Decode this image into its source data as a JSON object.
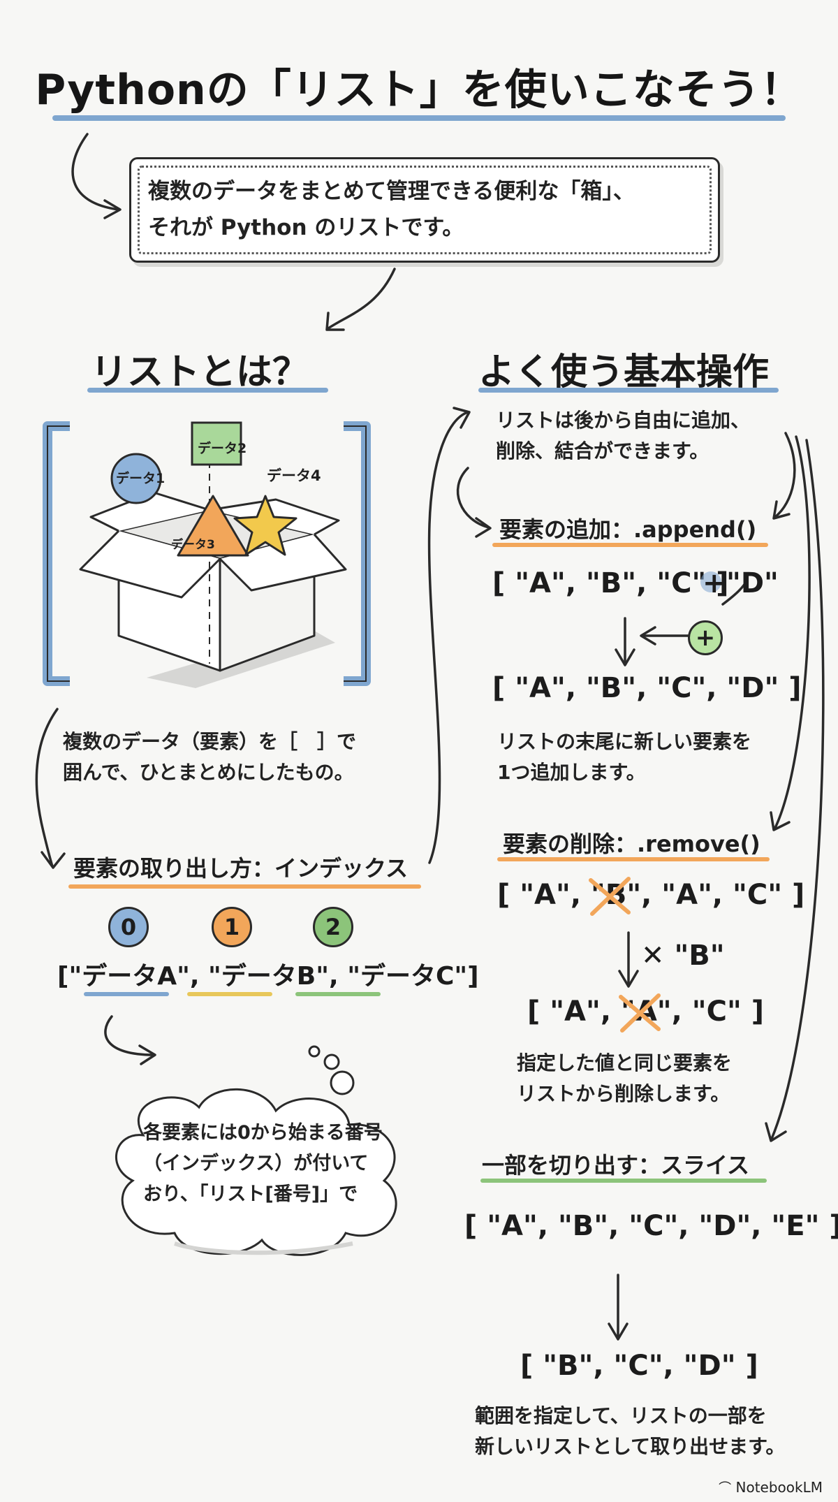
{
  "title": "Pythonの「リスト」を使いこなそう！",
  "intro": {
    "line1": "複数のデータをまとめて管理できる便利な「箱」、",
    "line2": "それが Python のリストです。"
  },
  "left": {
    "heading": "リストとは？",
    "box_labels": [
      "データ1",
      "データ2",
      "データ3",
      "データ4"
    ],
    "desc_line1": "複数のデータ（要素）を［　］で",
    "desc_line2": "囲んで、ひとまとめにしたもの。",
    "index_heading": "要素の取り出し方：インデックス",
    "indices": [
      "0",
      "1",
      "2"
    ],
    "index_list": "[\"データA\", \"データB\", \"データC\"]",
    "cloud_line1": "各要素には0から始まる番号",
    "cloud_line2": "（インデックス）が付いて",
    "cloud_line3": "おり、「リスト[番号]」で"
  },
  "right": {
    "heading": "よく使う基本操作",
    "intro_line1": "リストは後から自由に追加、",
    "intro_line2": "削除、結合ができます。",
    "append": {
      "title": "要素の追加：.append()",
      "before": "[ \"A\", \"B\", \"C\" ]",
      "plus": "+",
      "added": "\"D\"",
      "after": "[ \"A\", \"B\", \"C\", \"D\" ]",
      "desc_line1": "リストの末尾に新しい要素を",
      "desc_line2": "1つ追加します。"
    },
    "remove": {
      "title": "要素の削除：.remove()",
      "before_open": "[ \"A\",",
      "before_struck": "\"B\"",
      "before_close": ", \"A\", \"C\" ]",
      "op": "✕ \"B\"",
      "after_open": "[ \"A\",",
      "after_struck": "\"A\"",
      "after_close": ", \"C\" ]",
      "desc_line1": "指定した値と同じ要素を",
      "desc_line2": "リストから削除します。"
    },
    "slice": {
      "title": "一部を切り出す：スライス",
      "before": "[ \"A\", \"B\", \"C\", \"D\", \"E\" ]",
      "after": "[ \"B\", \"C\", \"D\" ]",
      "desc_line1": "範囲を指定して、リストの一部を",
      "desc_line2": "新しいリストとして取り出せます。"
    }
  },
  "brand": "NotebookLM",
  "colors": {
    "blue": "#7fa6cf",
    "orange": "#f2a65a",
    "green": "#8cc47a",
    "yellow": "#e8c75a",
    "accent_green": "#b9e4a3"
  }
}
